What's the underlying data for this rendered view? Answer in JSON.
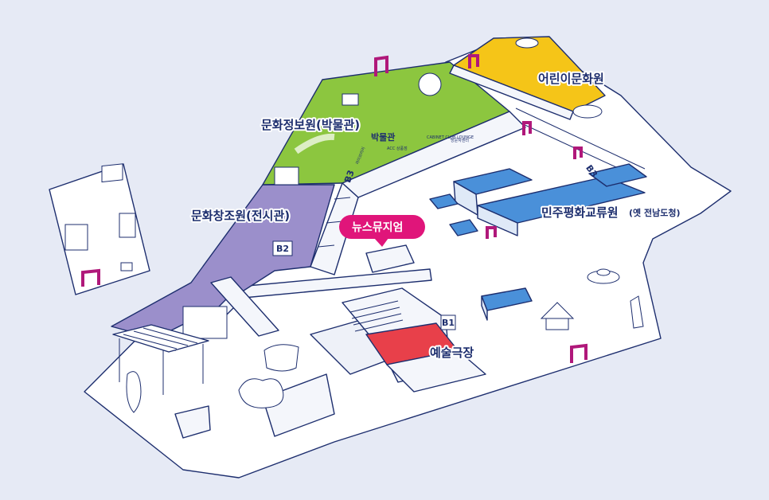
{
  "map": {
    "title": "",
    "areas": {
      "info": "문화정보원(박물관)",
      "creation": "문화창조원(전시관)",
      "children": "어린이문화원",
      "democracy": "민주평화교류원",
      "democracy_sub": "(옛 전남도청)",
      "news": "뉴스뮤지엄",
      "theater": "예술극장",
      "museum_small": "박물관"
    },
    "floor_signs": {
      "b1": "B1",
      "b2": "B2",
      "b3a": "B3",
      "b3b": "B3"
    },
    "facade_texts": {
      "acc": "ACC 상품점",
      "lounge": "CABINET CLUB LOUNGE",
      "visitor": "방문자센터",
      "library": "라이브러리"
    },
    "colors": {
      "background": "#e6eaf5",
      "ground": "#ffffff",
      "info_roof": "#8cc63f",
      "creation_roof": "#9b8fcb",
      "children_roof": "#f5c518",
      "democracy_roof": "#4a90d9",
      "theater_stage": "#e8404a",
      "news_callout": "#e0157a",
      "gate_accent": "#b0187a",
      "outline": "#1d2e6e"
    },
    "icons": [
      "gate-icon",
      "tree-icon",
      "sculpture-icon",
      "fountain-icon",
      "pavilion-icon"
    ]
  }
}
